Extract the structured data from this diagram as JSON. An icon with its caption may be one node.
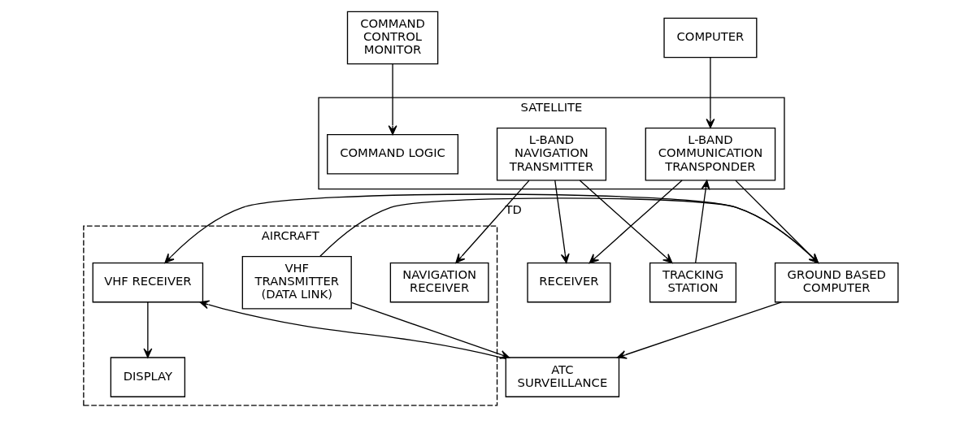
{
  "diagram": {
    "nodes": [
      {
        "text": [
          "SATELLITE"
        ]
      },
      {
        "text": [
          "COMMAND LOGIC"
        ],
        "in": 0
      },
      {
        "text": [
          "L-BAND NAVIGATION TRANSMITTER"
        ],
        "in": 0
      },
      {
        "text": [
          "L-BAND COMMUNICATION TRANSPONDER"
        ],
        "in": 0
      },
      {
        "text": [
          "AIRCRAFT"
        ]
      },
      {
        "text": [
          "NAVIGATION RECEIVER"
        ],
        "in": 4
      },
      {
        "text": [
          "VHF TRANSMITTER (DATA LINK)"
        ],
        "in": 4
      },
      {
        "text": [
          "VHF RECEIVER"
        ],
        "in": 4
      },
      {
        "text": [
          "DISPLAY"
        ],
        "in": 4
      },
      {
        "text": [
          "COMMAND CONTROL MONITOR"
        ]
      },
      {
        "text": [
          "RECEIVER"
        ]
      },
      {
        "text": [
          "COMPUTER"
        ]
      },
      {
        "text": [
          "TRACKING STATION"
        ]
      },
      {
        "text": [
          "GROUND BASED COMPUTER"
        ]
      },
      {
        "text": [
          "ATC SURVEILLANCE"
        ]
      }
    ],
    "edges": [
      {
        "from": 9,
        "to": 1,
        "arrow": "to"
      },
      {
        "from": 2,
        "to": 5,
        "arrow": "to",
        "label": "TD"
      },
      {
        "from": 2,
        "to": 10,
        "arrow": "to"
      },
      {
        "from": 2,
        "to": 12,
        "arrow": "to"
      },
      {
        "from": 3,
        "to": 13,
        "arrow": "to"
      },
      {
        "from": 3,
        "to": 10,
        "arrow": "to"
      },
      {
        "from": 11,
        "to": 3,
        "arrow": "to"
      },
      {
        "from": 12,
        "to": 3,
        "arrow": "to"
      },
      {
        "from": 6,
        "to": 13,
        "arrow": "to"
      },
      {
        "from": 6,
        "to": 14,
        "arrow": "to"
      },
      {
        "from": 13,
        "to": 7,
        "arrow": "to"
      },
      {
        "from": 13,
        "to": 14,
        "arrow": "to"
      },
      {
        "from": 14,
        "to": 7,
        "arrow": "to"
      },
      {
        "from": 7,
        "to": 8,
        "arrow": "to"
      }
    ]
  }
}
